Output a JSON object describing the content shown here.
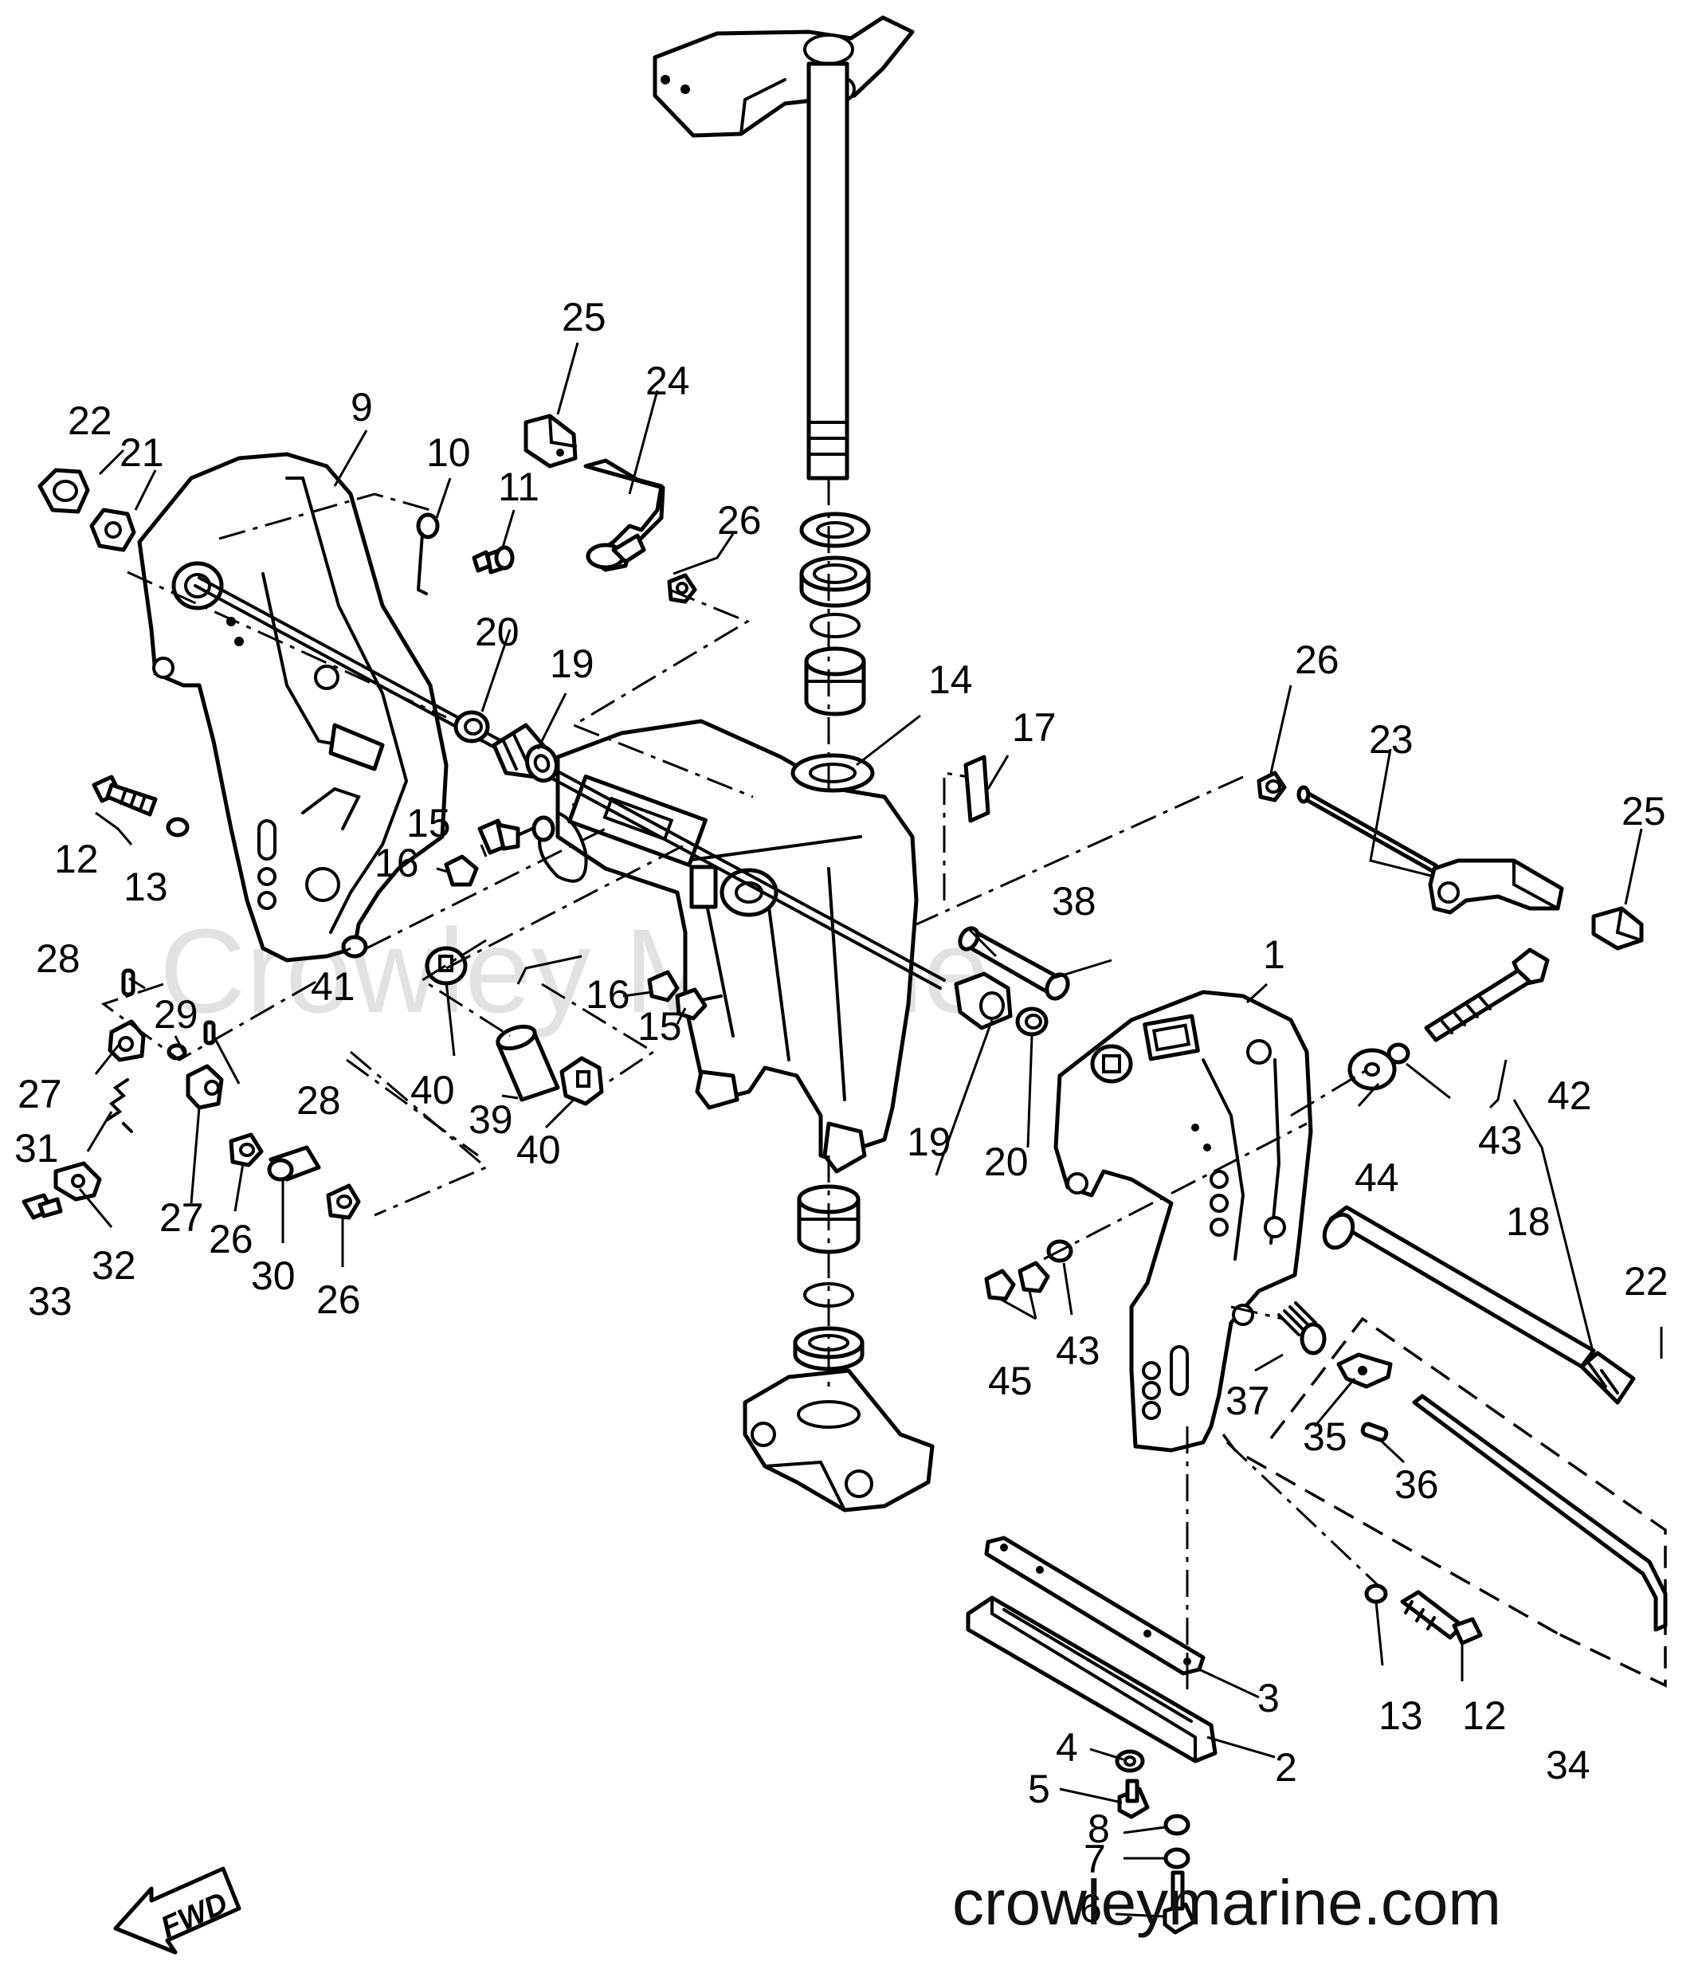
{
  "watermark_faint": "Crowley Marine",
  "watermark": "crowleymarine.com",
  "direction_label": "FWD",
  "labels": {
    "l1": "1",
    "l2": "2",
    "l3": "3",
    "l4": "4",
    "l5": "5",
    "l6": "6",
    "l7": "7",
    "l8": "8",
    "l9": "9",
    "l10": "10",
    "l11": "11",
    "l12a": "12",
    "l12b": "12",
    "l13a": "13",
    "l13b": "13",
    "l14": "14",
    "l15a": "15",
    "l15b": "15",
    "l16a": "16",
    "l16b": "16",
    "l17": "17",
    "l18": "18",
    "l19a": "19",
    "l19b": "19",
    "l20a": "20",
    "l20b": "20",
    "l21": "21",
    "l22a": "22",
    "l22b": "22",
    "l23": "23",
    "l24": "24",
    "l25a": "25",
    "l25b": "25",
    "l26a": "26",
    "l26b": "26",
    "l26c": "26",
    "l26d": "26",
    "l27a": "27",
    "l27b": "27",
    "l28a": "28",
    "l28b": "28",
    "l29": "29",
    "l30": "30",
    "l31": "31",
    "l32": "32",
    "l33": "33",
    "l34": "34",
    "l35": "35",
    "l36": "36",
    "l37": "37",
    "l38": "38",
    "l39": "39",
    "l40a": "40",
    "l40b": "40",
    "l41": "41",
    "l42": "42",
    "l43a": "43",
    "l43b": "43",
    "l44": "44",
    "l45": "45"
  }
}
